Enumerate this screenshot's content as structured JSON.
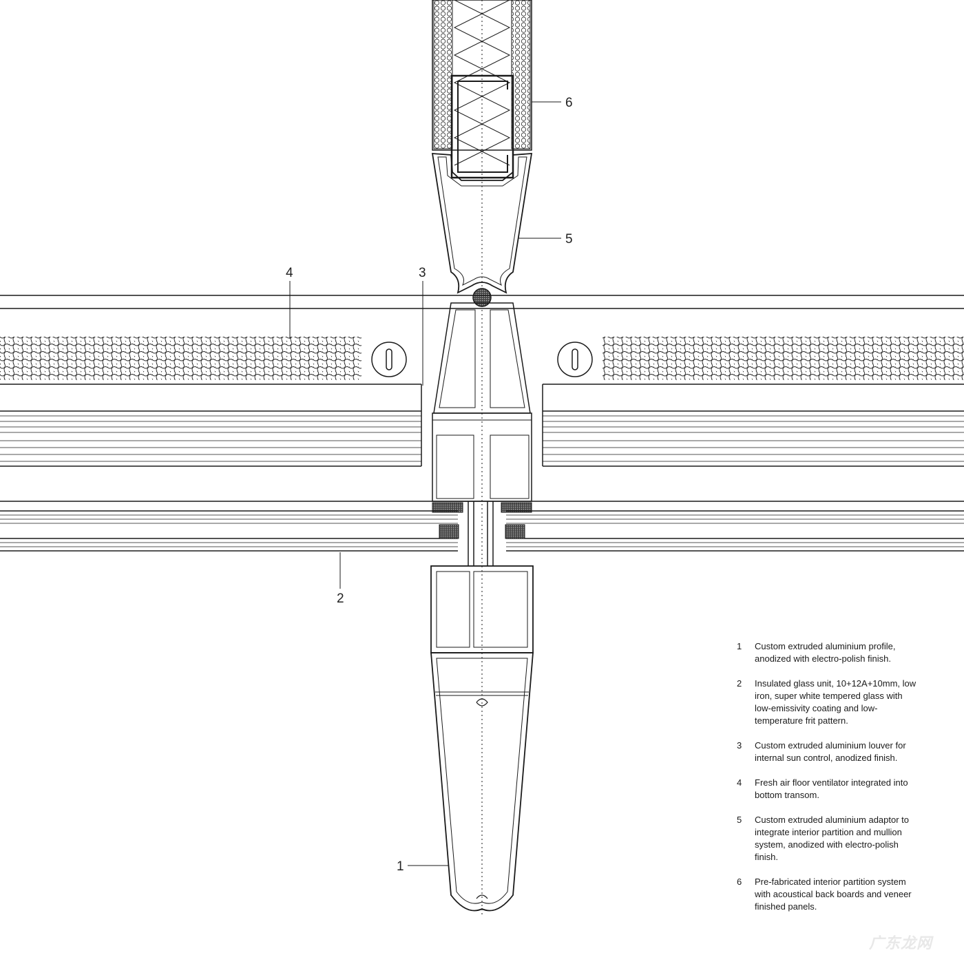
{
  "callouts": [
    {
      "number": "1"
    },
    {
      "number": "2"
    },
    {
      "number": "3"
    },
    {
      "number": "4"
    },
    {
      "number": "5"
    },
    {
      "number": "6"
    }
  ],
  "legend": [
    {
      "number": "1",
      "text": "Custom extruded aluminium profile, anodized with electro-polish finish."
    },
    {
      "number": "2",
      "text": "Insulated glass unit, 10+12A+10mm, low iron, super white tempered glass with low-emissivity coating and low-temperature frit pattern."
    },
    {
      "number": "3",
      "text": "Custom extruded aluminium louver for internal sun control, anodized finish."
    },
    {
      "number": "4",
      "text": "Fresh air floor ventilator integrated into bottom transom."
    },
    {
      "number": "5",
      "text": "Custom extruded aluminium adaptor to integrate interior partition and mullion system, anodized with electro-polish finish."
    },
    {
      "number": "6",
      "text": "Pre-fabricated interior partition system with acoustical back boards and veneer finished panels."
    }
  ],
  "watermark": "广东龙网",
  "colors": {
    "line": "#1a1a1a",
    "fill_dark": "#333333",
    "background": "#ffffff"
  }
}
